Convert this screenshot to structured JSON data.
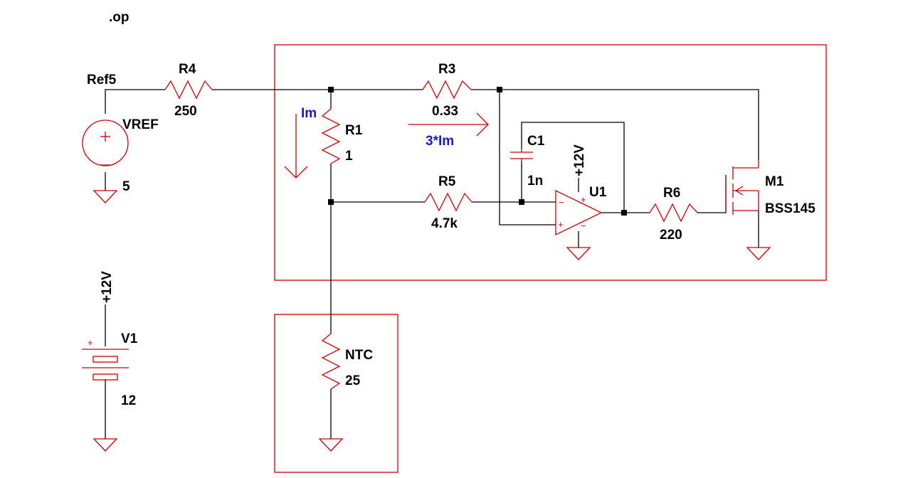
{
  "directive": ".op",
  "net_labels": {
    "ref5": "Ref5",
    "supply_opamp": "+12V",
    "supply_v1": "+12V"
  },
  "annotations": {
    "current_r1": "Im",
    "current_r3": "3*Im"
  },
  "components": {
    "vref": {
      "name": "VREF",
      "value": "5"
    },
    "v1": {
      "name": "V1",
      "value": "12"
    },
    "r4": {
      "name": "R4",
      "value": "250"
    },
    "r3": {
      "name": "R3",
      "value": "0.33"
    },
    "r1": {
      "name": "R1",
      "value": "1"
    },
    "r5": {
      "name": "R5",
      "value": "4.7k"
    },
    "c1": {
      "name": "C1",
      "value": "1n"
    },
    "u1": {
      "name": "U1"
    },
    "r6": {
      "name": "R6",
      "value": "220"
    },
    "m1": {
      "name": "M1",
      "value": "BSS145"
    },
    "ntc": {
      "name": "NTC",
      "value": "25"
    }
  },
  "colors": {
    "wire": "#000000",
    "component": "#cc0000",
    "annotation": "#1a1acc"
  }
}
